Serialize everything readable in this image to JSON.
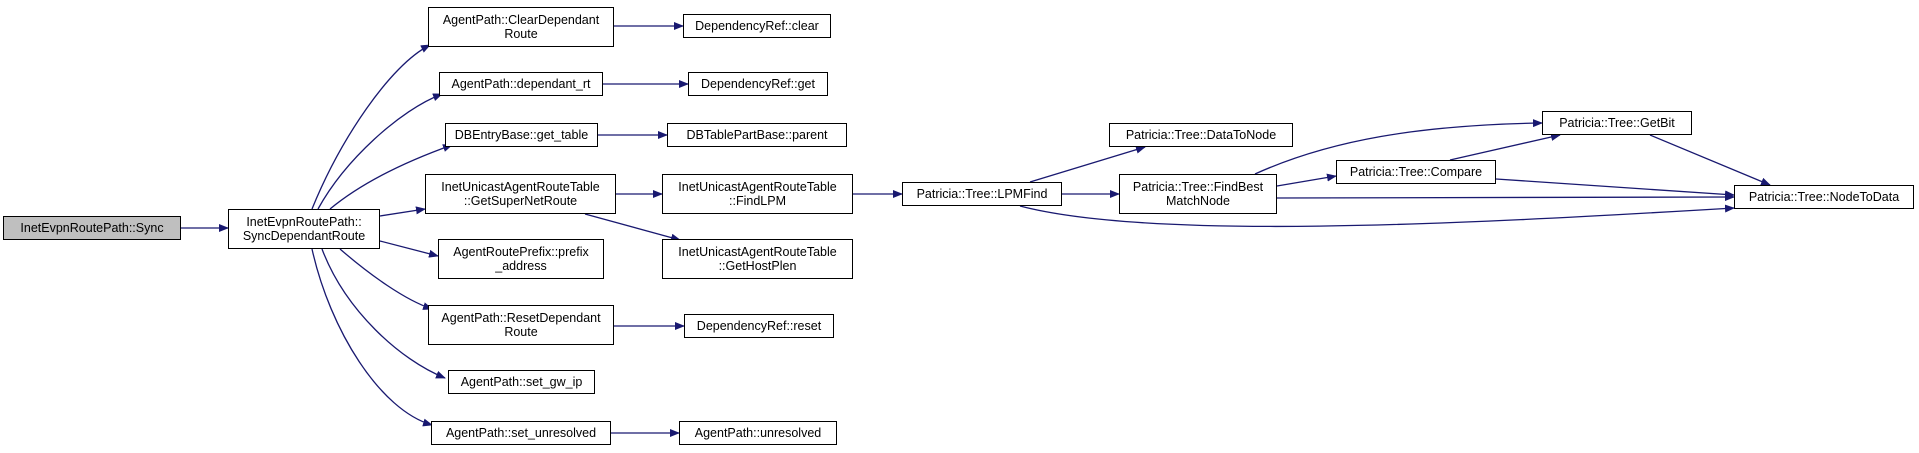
{
  "colors": {
    "edge": "#191970",
    "node_border": "#000000",
    "root_fill": "#bfbfbf",
    "node_fill": "#ffffff"
  },
  "nodes": {
    "sync": "InetEvpnRoutePath::Sync",
    "sync_dependant_route": "InetEvpnRoutePath::\nSyncDependantRoute",
    "clear_dependant_route": "AgentPath::ClearDependant\nRoute",
    "dependant_rt": "AgentPath::dependant_rt",
    "get_table": "DBEntryBase::get_table",
    "get_super_net_route": "InetUnicastAgentRouteTable\n::GetSuperNetRoute",
    "prefix_address": "AgentRoutePrefix::prefix\n_address",
    "reset_dependant_route": "AgentPath::ResetDependant\nRoute",
    "set_gw_ip": "AgentPath::set_gw_ip",
    "set_unresolved": "AgentPath::set_unresolved",
    "depref_clear": "DependencyRef::clear",
    "depref_get": "DependencyRef::get",
    "parent": "DBTablePartBase::parent",
    "find_lpm": "InetUnicastAgentRouteTable\n::FindLPM",
    "get_host_plen": "InetUnicastAgentRouteTable\n::GetHostPlen",
    "depref_reset": "DependencyRef::reset",
    "unresolved": "AgentPath::unresolved",
    "lpm_find": "Patricia::Tree::LPMFind",
    "data_to_node": "Patricia::Tree::DataToNode",
    "find_best_match_node": "Patricia::Tree::FindBest\nMatchNode",
    "compare": "Patricia::Tree::Compare",
    "get_bit": "Patricia::Tree::GetBit",
    "node_to_data": "Patricia::Tree::NodeToData"
  }
}
